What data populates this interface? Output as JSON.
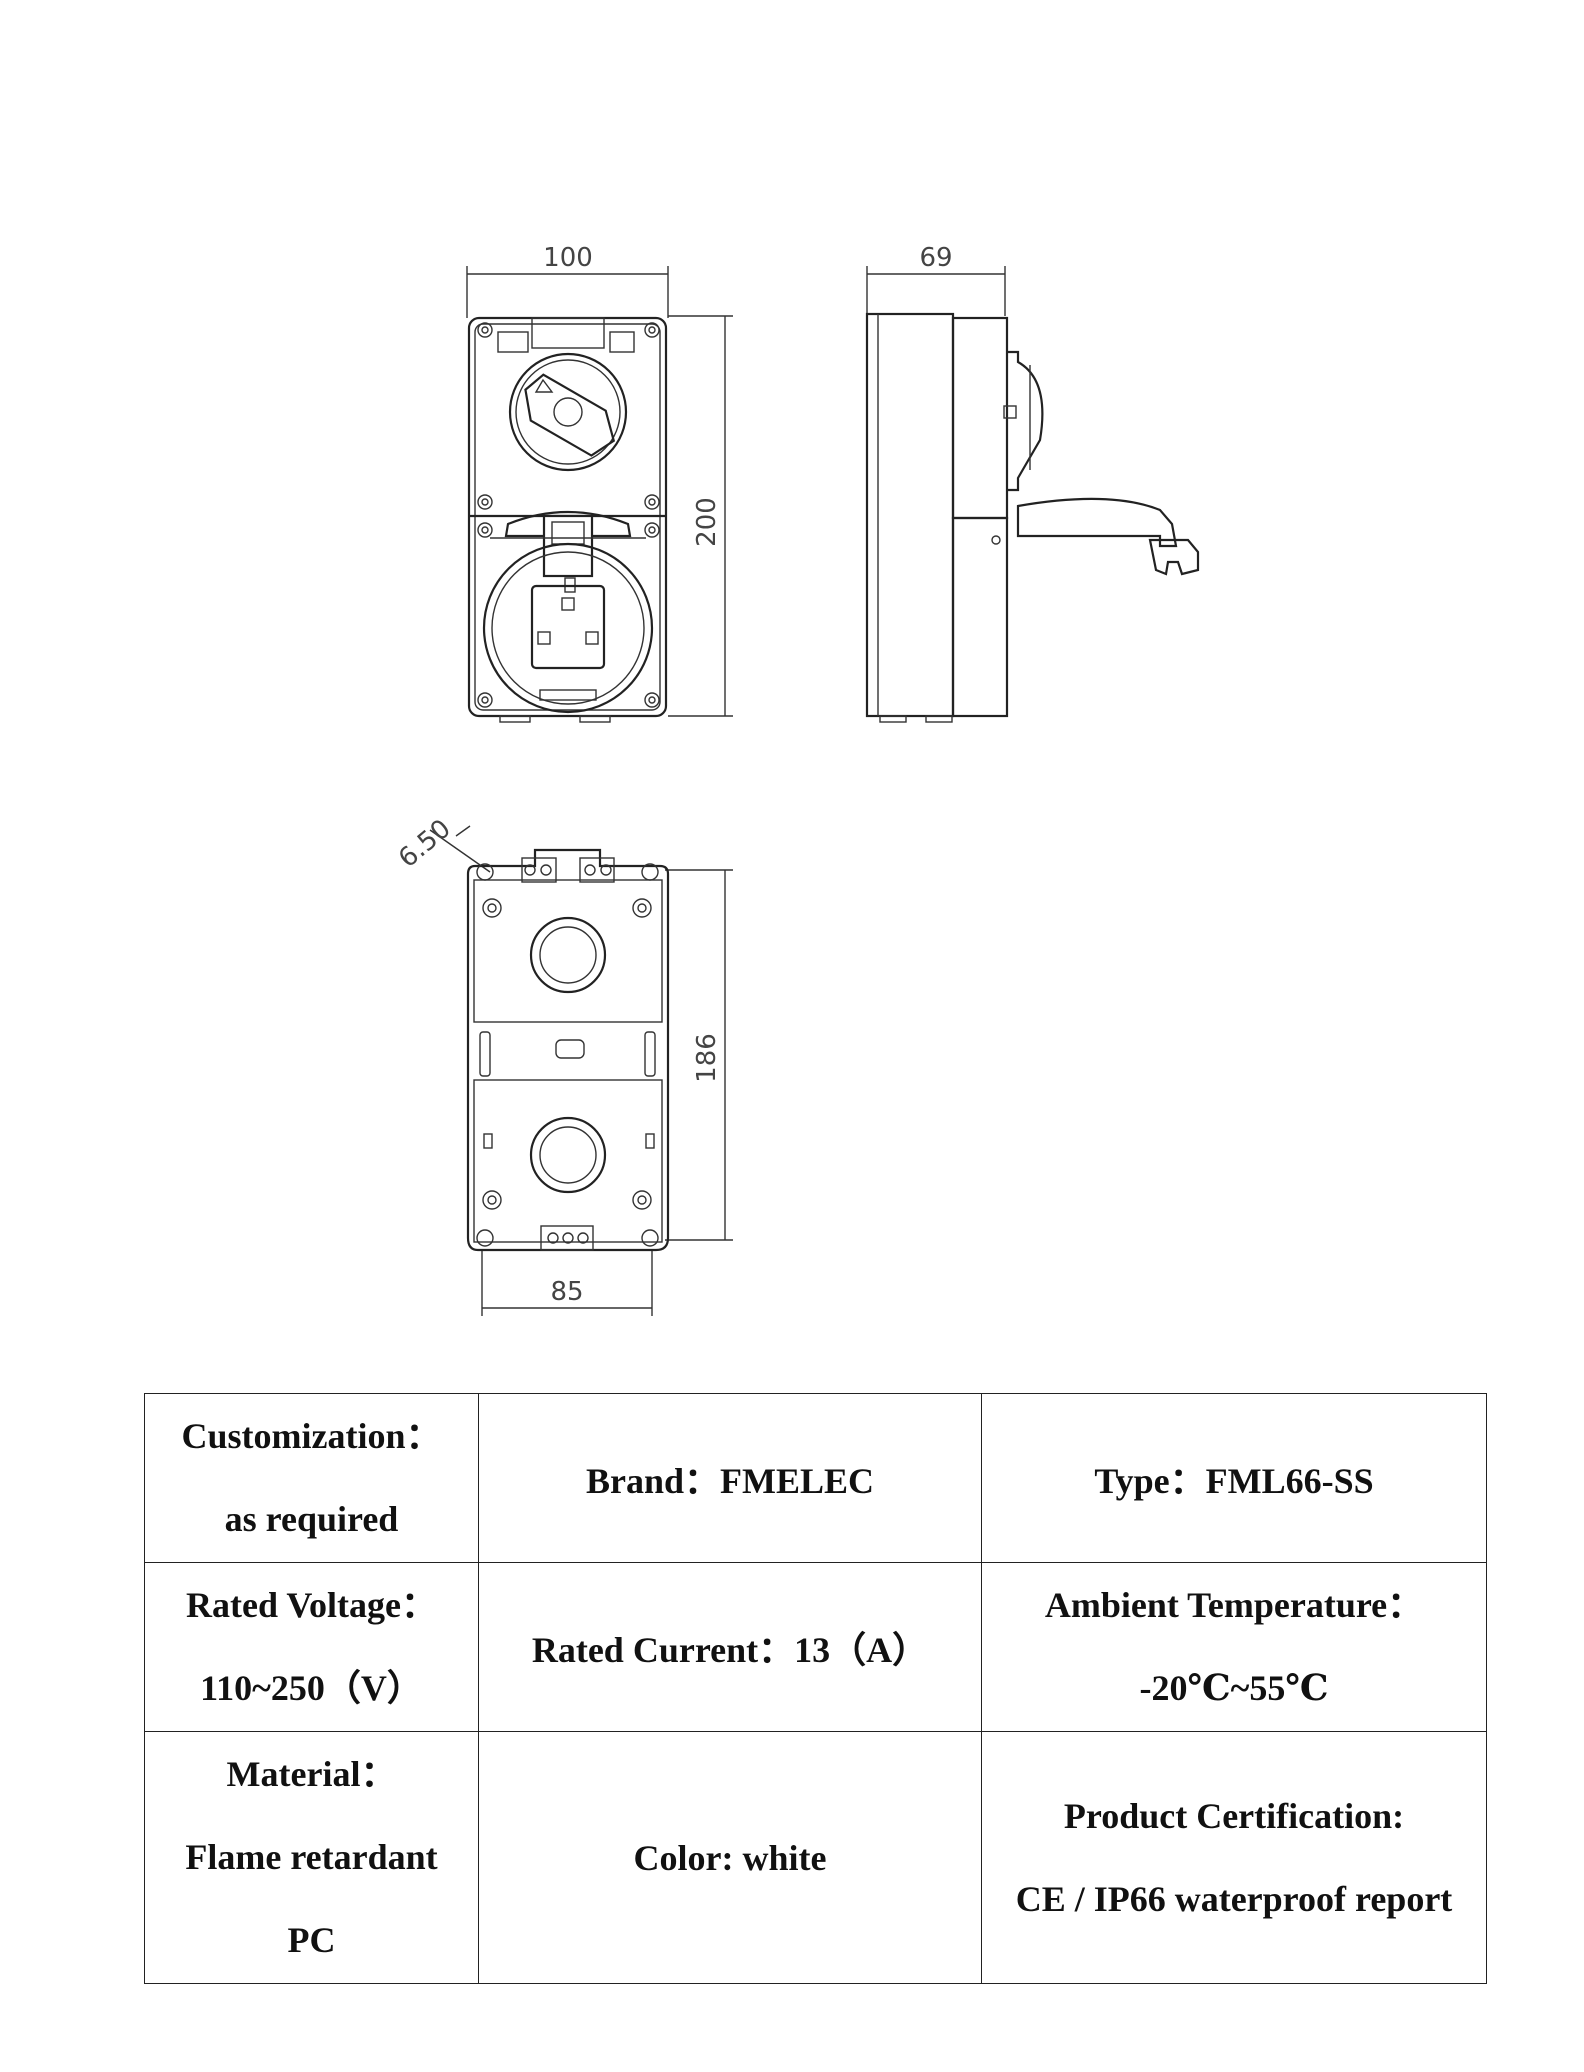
{
  "drawings": {
    "front_width": "100",
    "height": "200",
    "side_depth": "69",
    "hole_diameter": "6.50",
    "mount_height": "186",
    "mount_width": "85"
  },
  "spec": {
    "customization": {
      "label": "Customization：",
      "value": "as required"
    },
    "brand": "Brand：FMELEC",
    "type": "Type：FML66-SS",
    "rated_voltage": {
      "label": "Rated Voltage：",
      "value": "110~250（V）"
    },
    "rated_current": "Rated Current：13（A）",
    "ambient_temperature": {
      "label": "Ambient Temperature：",
      "value": "-20℃~55℃"
    },
    "material": {
      "label": "Material：",
      "value_line1": "Flame retardant",
      "value_line2": "PC"
    },
    "color": "Color: white",
    "certification": {
      "label": "Product Certification:",
      "value": "CE / IP66 waterproof report"
    }
  }
}
